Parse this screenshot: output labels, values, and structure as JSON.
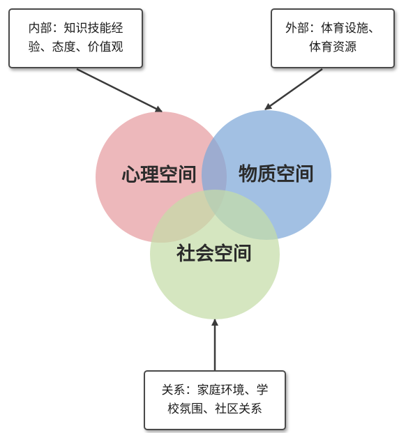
{
  "boxes": {
    "internal": {
      "line1": "内部：知识技能经",
      "line2": "验、态度、价值观"
    },
    "external": {
      "line1": "外部：体育设施、",
      "line2": "体育资源"
    },
    "relation": {
      "line1": "关系：家庭环境、学",
      "line2": "校氛围、社区关系"
    }
  },
  "circles": {
    "psychological": {
      "label": "心理空间",
      "color": "#e8a4a8"
    },
    "physical": {
      "label": "物质空间",
      "color": "#7ea8d8"
    },
    "social": {
      "label": "社会空间",
      "color": "#c5dca8"
    }
  },
  "arrow_color": "#3a3a3a"
}
